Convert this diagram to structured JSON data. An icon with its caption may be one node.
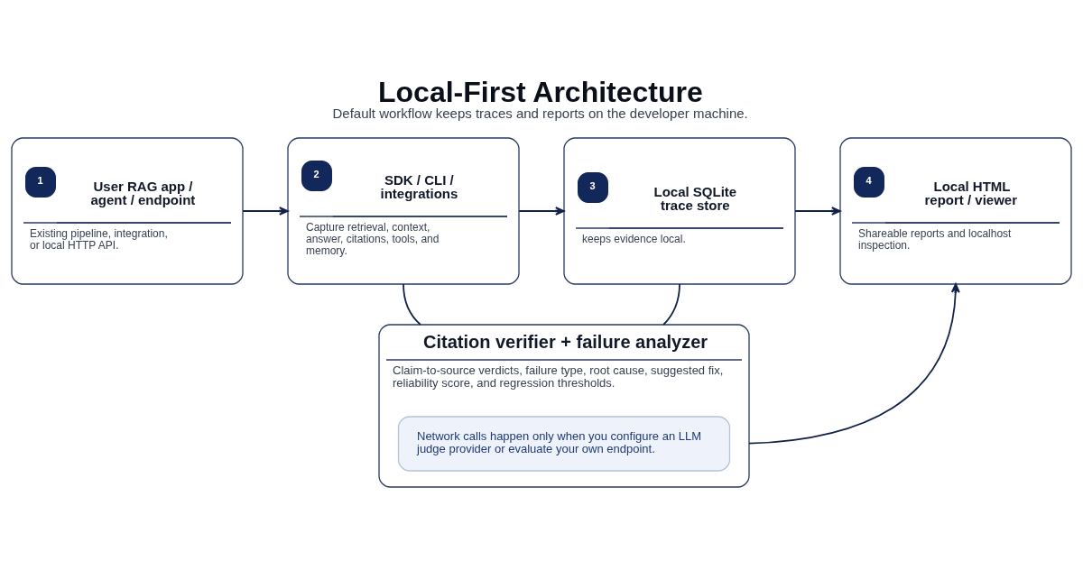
{
  "diagram": {
    "title": "Local-First Architecture",
    "caption": "Default workflow keeps traces and reports on the developer machine.",
    "nodes": [
      {
        "text": [
          "1",
          "User RAG app / agent / endpoint",
          "Existing pipeline, integration, or local HTTP API."
        ]
      },
      {
        "text": [
          "2",
          "SDK / CLI / integrations",
          "Capture retrieval, context, answer, citations, tools, and memory."
        ]
      },
      {
        "text": [
          "3",
          "Local SQLite trace store",
          "keeps evidence local."
        ]
      },
      {
        "text": [
          "4",
          "Local HTML report / viewer",
          "Shareable reports and localhost inspection."
        ]
      },
      {
        "text": [
          "Citation verifier + failure analyzer",
          "Claim-to-source verdicts, failure type, root cause, suggested fix, reliability score, and regression thresholds."
        ]
      },
      {
        "text": [
          "Network calls happen only when you configure an LLM judge provider or evaluate your own endpoint."
        ],
        "in": 4
      }
    ],
    "edges": [
      {
        "from": 0,
        "to": 1,
        "arrow": "to"
      },
      {
        "from": 1,
        "to": 2,
        "arrow": "to"
      },
      {
        "from": 2,
        "to": 3,
        "arrow": "to"
      },
      {
        "from": 1,
        "to": 4,
        "arrow": "none"
      },
      {
        "from": 2,
        "to": 4,
        "arrow": "none"
      },
      {
        "from": 4,
        "to": 3,
        "arrow": "to"
      }
    ]
  }
}
